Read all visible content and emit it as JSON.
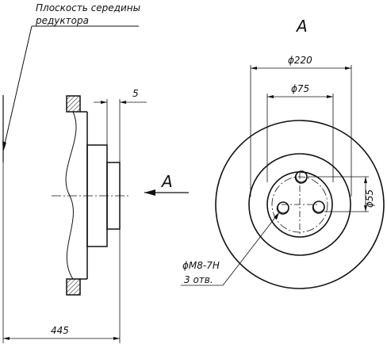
{
  "labels": {
    "plane_line1": "Плоскость середины",
    "plane_line2": "редуктора",
    "view_letter_top": "A",
    "view_letter_arrow": "A",
    "dim_5": "5",
    "dim_445": "445",
    "dim_220": "ϕ220",
    "dim_75": "ϕ75",
    "dim_55": "ϕ55",
    "thread": "ϕM8-7H",
    "holes_count": "3 отв."
  }
}
